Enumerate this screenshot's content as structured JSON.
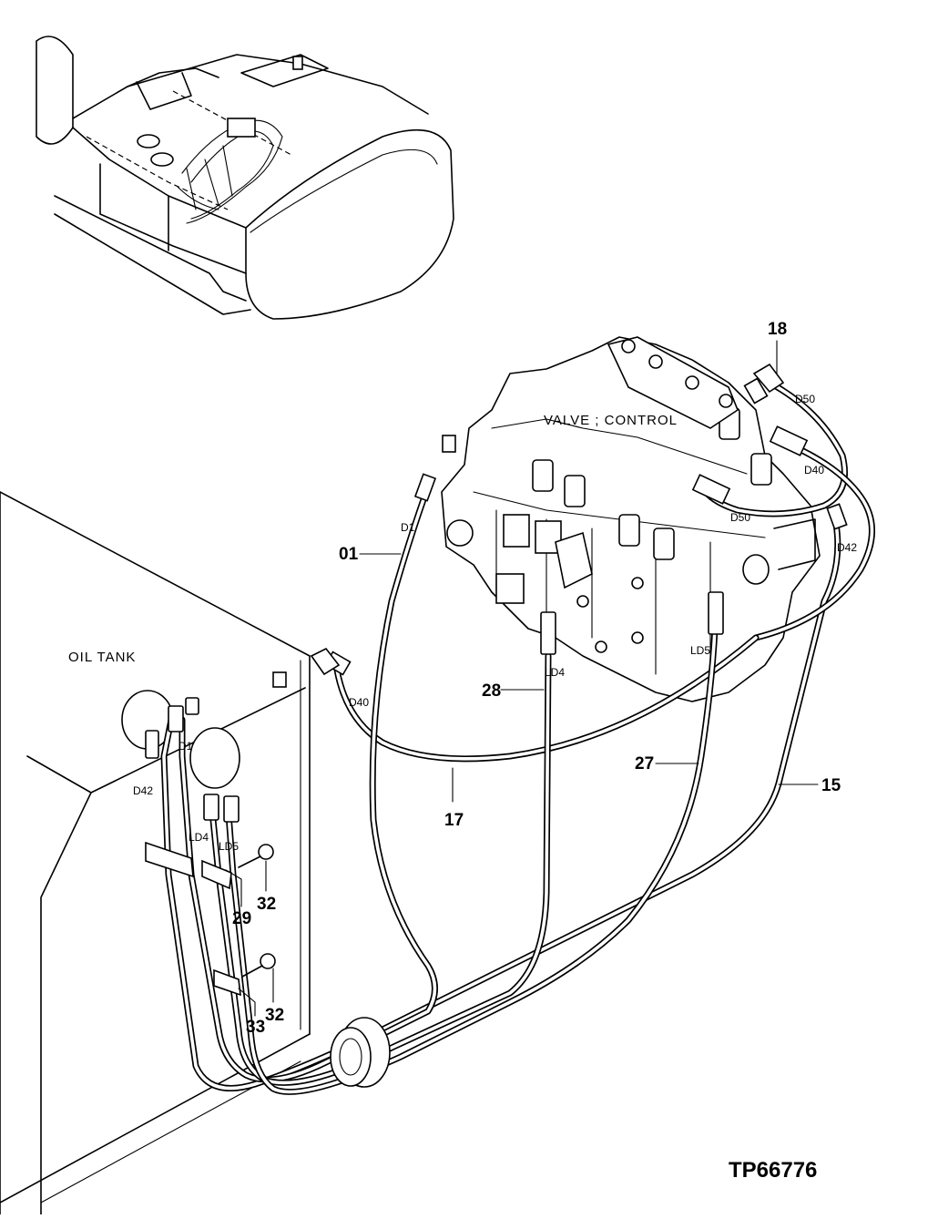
{
  "labels": {
    "valve": "VALVE ; CONTROL",
    "tank": "OIL TANK",
    "drawing_code": "TP66776"
  },
  "part_numbers": {
    "p01": "01",
    "p15": "15",
    "p17": "17",
    "p18": "18",
    "p27": "27",
    "p28": "28",
    "p29": "29",
    "p32a": "32",
    "p32b": "32",
    "p33": "33"
  },
  "port_marks": {
    "d1_valve": "D1",
    "d1_tank": "D1",
    "d40_tank": "D40",
    "d40_valve": "D40",
    "d42_tank": "D42",
    "d42_valve": "D42",
    "d50_top": "D50",
    "d50_mid": "D50",
    "ld4_valve": "LD4",
    "ld4_tank": "LD4",
    "ld5_valve": "LD5",
    "ld5_tank": "LD5"
  }
}
